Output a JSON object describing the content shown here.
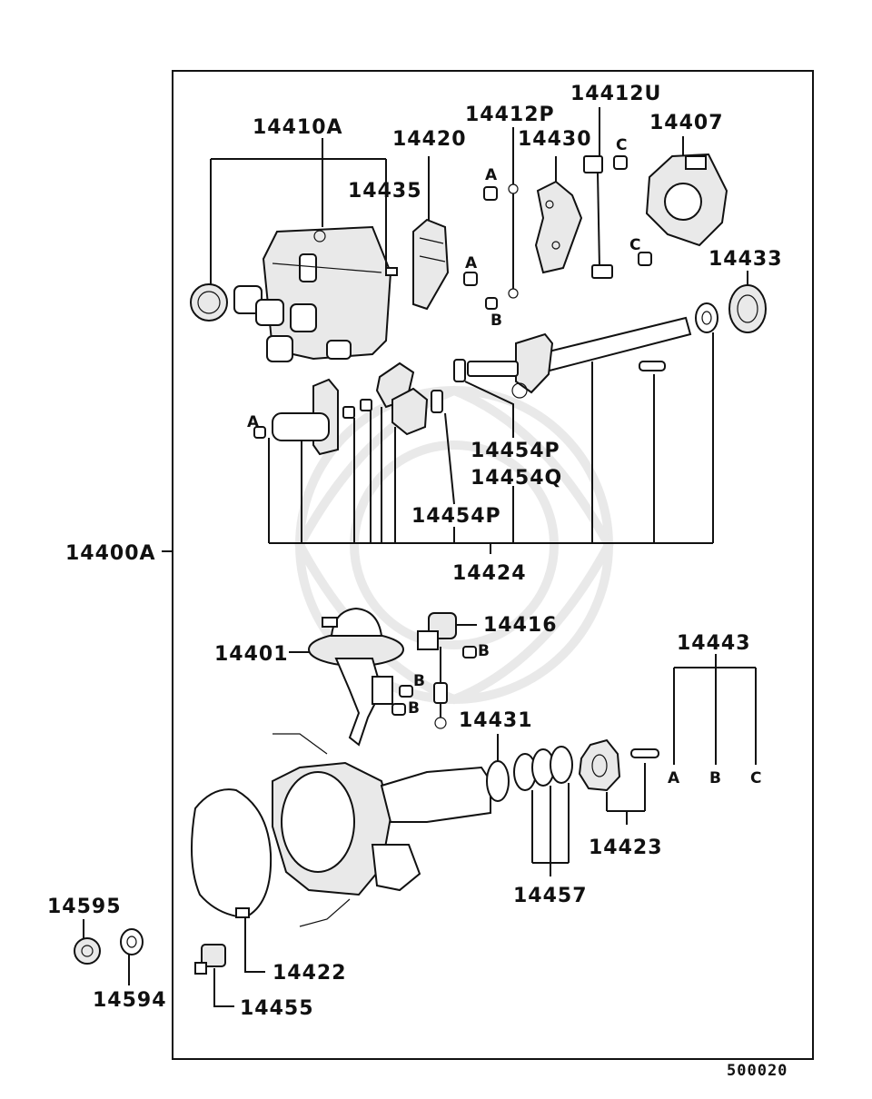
{
  "diagram_code": "500020",
  "labels": {
    "p14410A": "14410A",
    "p14435": "14435",
    "p14420": "14420",
    "p14412P": "14412P",
    "p14430": "14430",
    "p14412U": "14412U",
    "p14407": "14407",
    "p14433": "14433",
    "p14454P_a": "14454P",
    "p14454Q": "14454Q",
    "p14454P_b": "14454P",
    "p14424": "14424",
    "p14400A": "14400A",
    "p14416": "14416",
    "p14401": "14401",
    "p14443": "14443",
    "p14431": "14431",
    "p14423": "14423",
    "p14457": "14457",
    "p14595": "14595",
    "p14594": "14594",
    "p14422": "14422",
    "p14455": "14455"
  },
  "refs": {
    "A": "A",
    "B": "B",
    "C": "C"
  }
}
